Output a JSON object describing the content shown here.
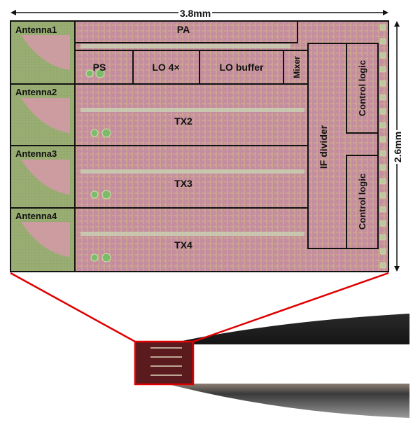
{
  "dimensions": {
    "width_label": "3.8mm",
    "height_label": "2.6mm"
  },
  "blocks": {
    "antennas": [
      "Antenna1",
      "Antenna2",
      "Antenna3",
      "Antenna4"
    ],
    "pa": "PA",
    "ps": "PS",
    "lo4x": "LO 4×",
    "lo_buffer": "LO buffer",
    "mixer": "Mixer",
    "tx": [
      "TX2",
      "TX3",
      "TX4"
    ],
    "if_divider": "IF divider",
    "control_logic": [
      "Control logic",
      "Control logic"
    ]
  },
  "colors": {
    "chip": "#c48ea0",
    "antenna": "#9fb078",
    "highlight": "#e00000",
    "outline": "#111111"
  }
}
